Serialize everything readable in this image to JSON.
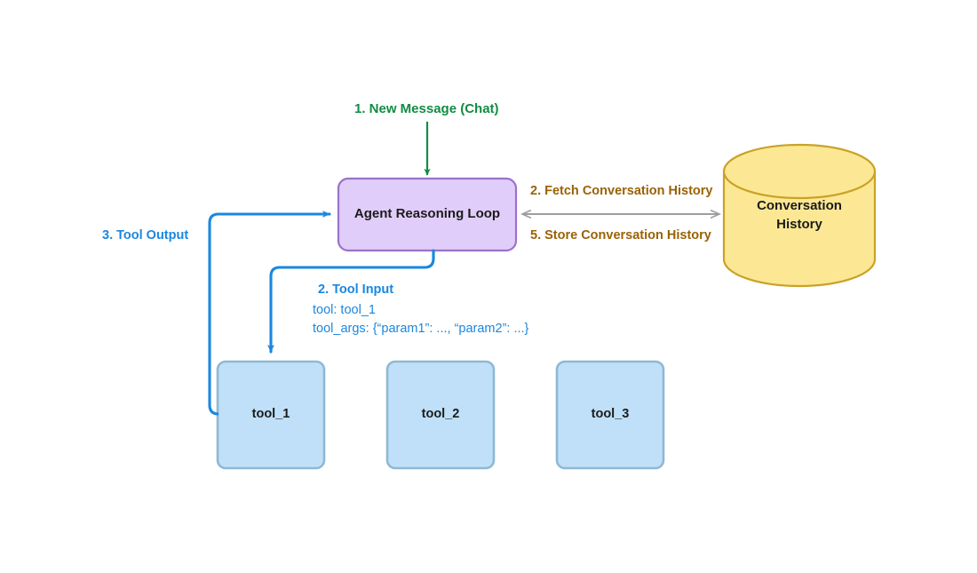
{
  "diagram": {
    "nodes": {
      "agent": {
        "label": "Agent Reasoning Loop",
        "fill": "#e1cdfa",
        "stroke": "#9b72c9"
      },
      "database": {
        "label_line1": "Conversation",
        "label_line2": "History",
        "fill": "#fce894",
        "stroke": "#c9a227"
      },
      "tools": [
        {
          "label": "tool_1",
          "fill": "#bfe0f8",
          "stroke": "#8fb8d4"
        },
        {
          "label": "tool_2",
          "fill": "#bfe0f8",
          "stroke": "#8fb8d4"
        },
        {
          "label": "tool_3",
          "fill": "#bfe0f8",
          "stroke": "#8fb8d4"
        }
      ]
    },
    "edges": {
      "new_message": {
        "label": "1. New Message (Chat)",
        "color": "#128c42"
      },
      "fetch_history": {
        "label": "2. Fetch Conversation History",
        "color": "#9a6206"
      },
      "store_history": {
        "label": "5. Store Conversation History",
        "color": "#9a6206"
      },
      "tool_output": {
        "label": "3. Tool Output",
        "color": "#1a87e0"
      },
      "tool_input": {
        "label": "2. Tool Input",
        "line1": "tool: tool_1",
        "line2": "tool_args: {“param1”: ..., “param2”: ...}",
        "color": "#1a87e0"
      },
      "db_connector": {
        "color": "#9e9e9e"
      }
    }
  }
}
